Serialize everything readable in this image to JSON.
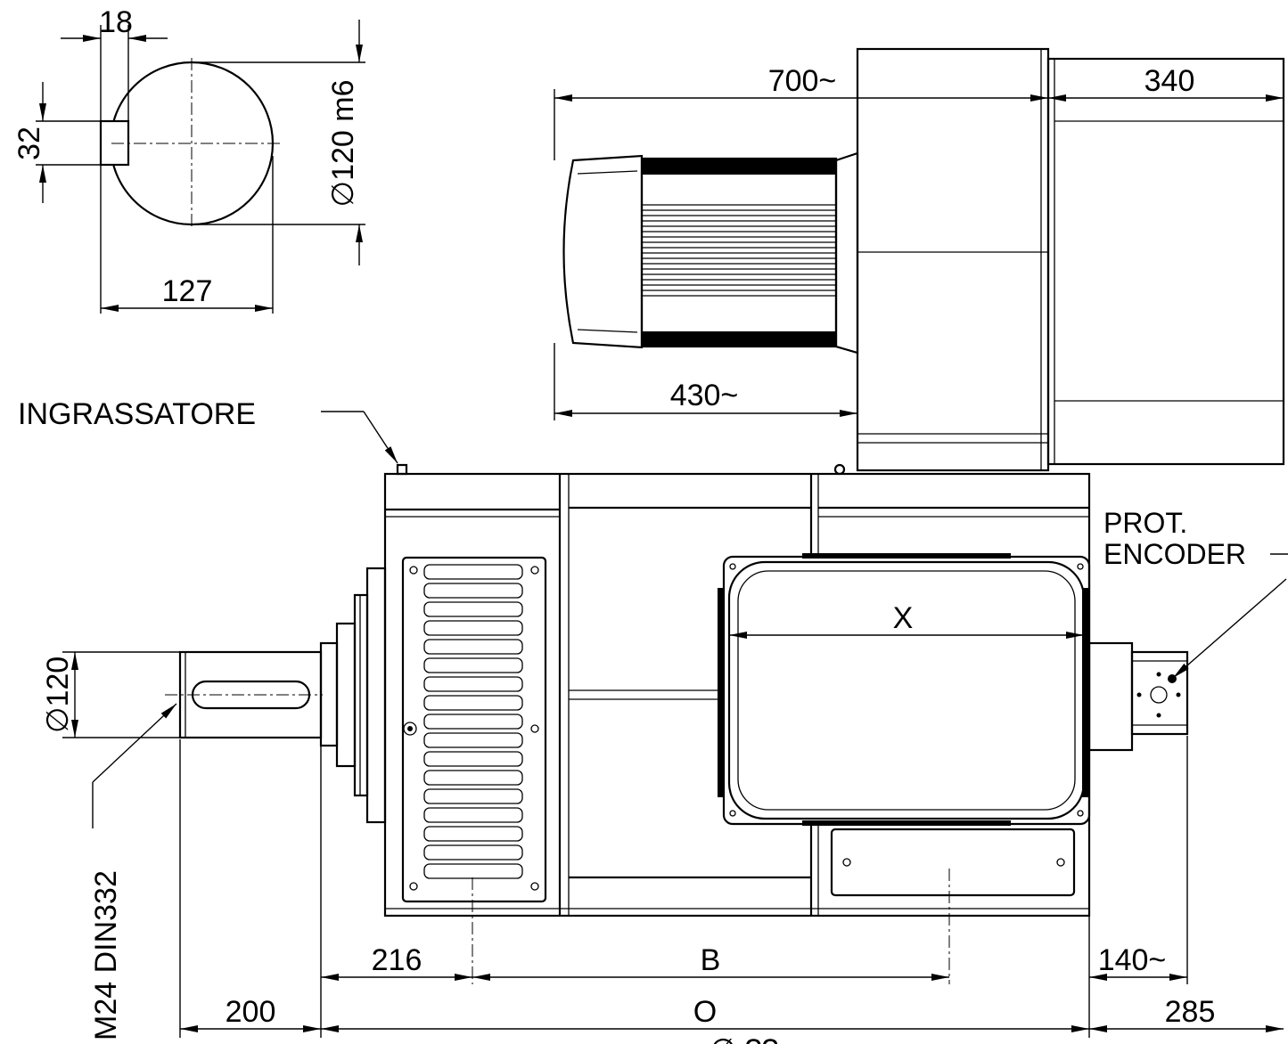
{
  "labels": {
    "key_width": "18",
    "key_depth": "32",
    "shaft_diameter_fit": "∅120 m6",
    "key_height": "127",
    "fan_length": "700~",
    "encoder_length": "340",
    "motor_length": "430~",
    "grease_nipple": "INGRASSATORE",
    "prot_encoder_line1": "PROT.",
    "prot_encoder_line2": "ENCODER",
    "terminal_box_width": "X",
    "shaft_diameter": "∅120",
    "thread": "M24 DIN332",
    "dim_216": "216",
    "dim_b": "B",
    "dim_140": "140~",
    "dim_200": "200",
    "dim_o": "O",
    "dim_285": "285",
    "bottom_partial": "∅ ??"
  },
  "colors": {
    "line": "#000000",
    "background": "#ffffff"
  },
  "counts": {
    "louvre_slats": 17,
    "motor_fins": 24
  }
}
